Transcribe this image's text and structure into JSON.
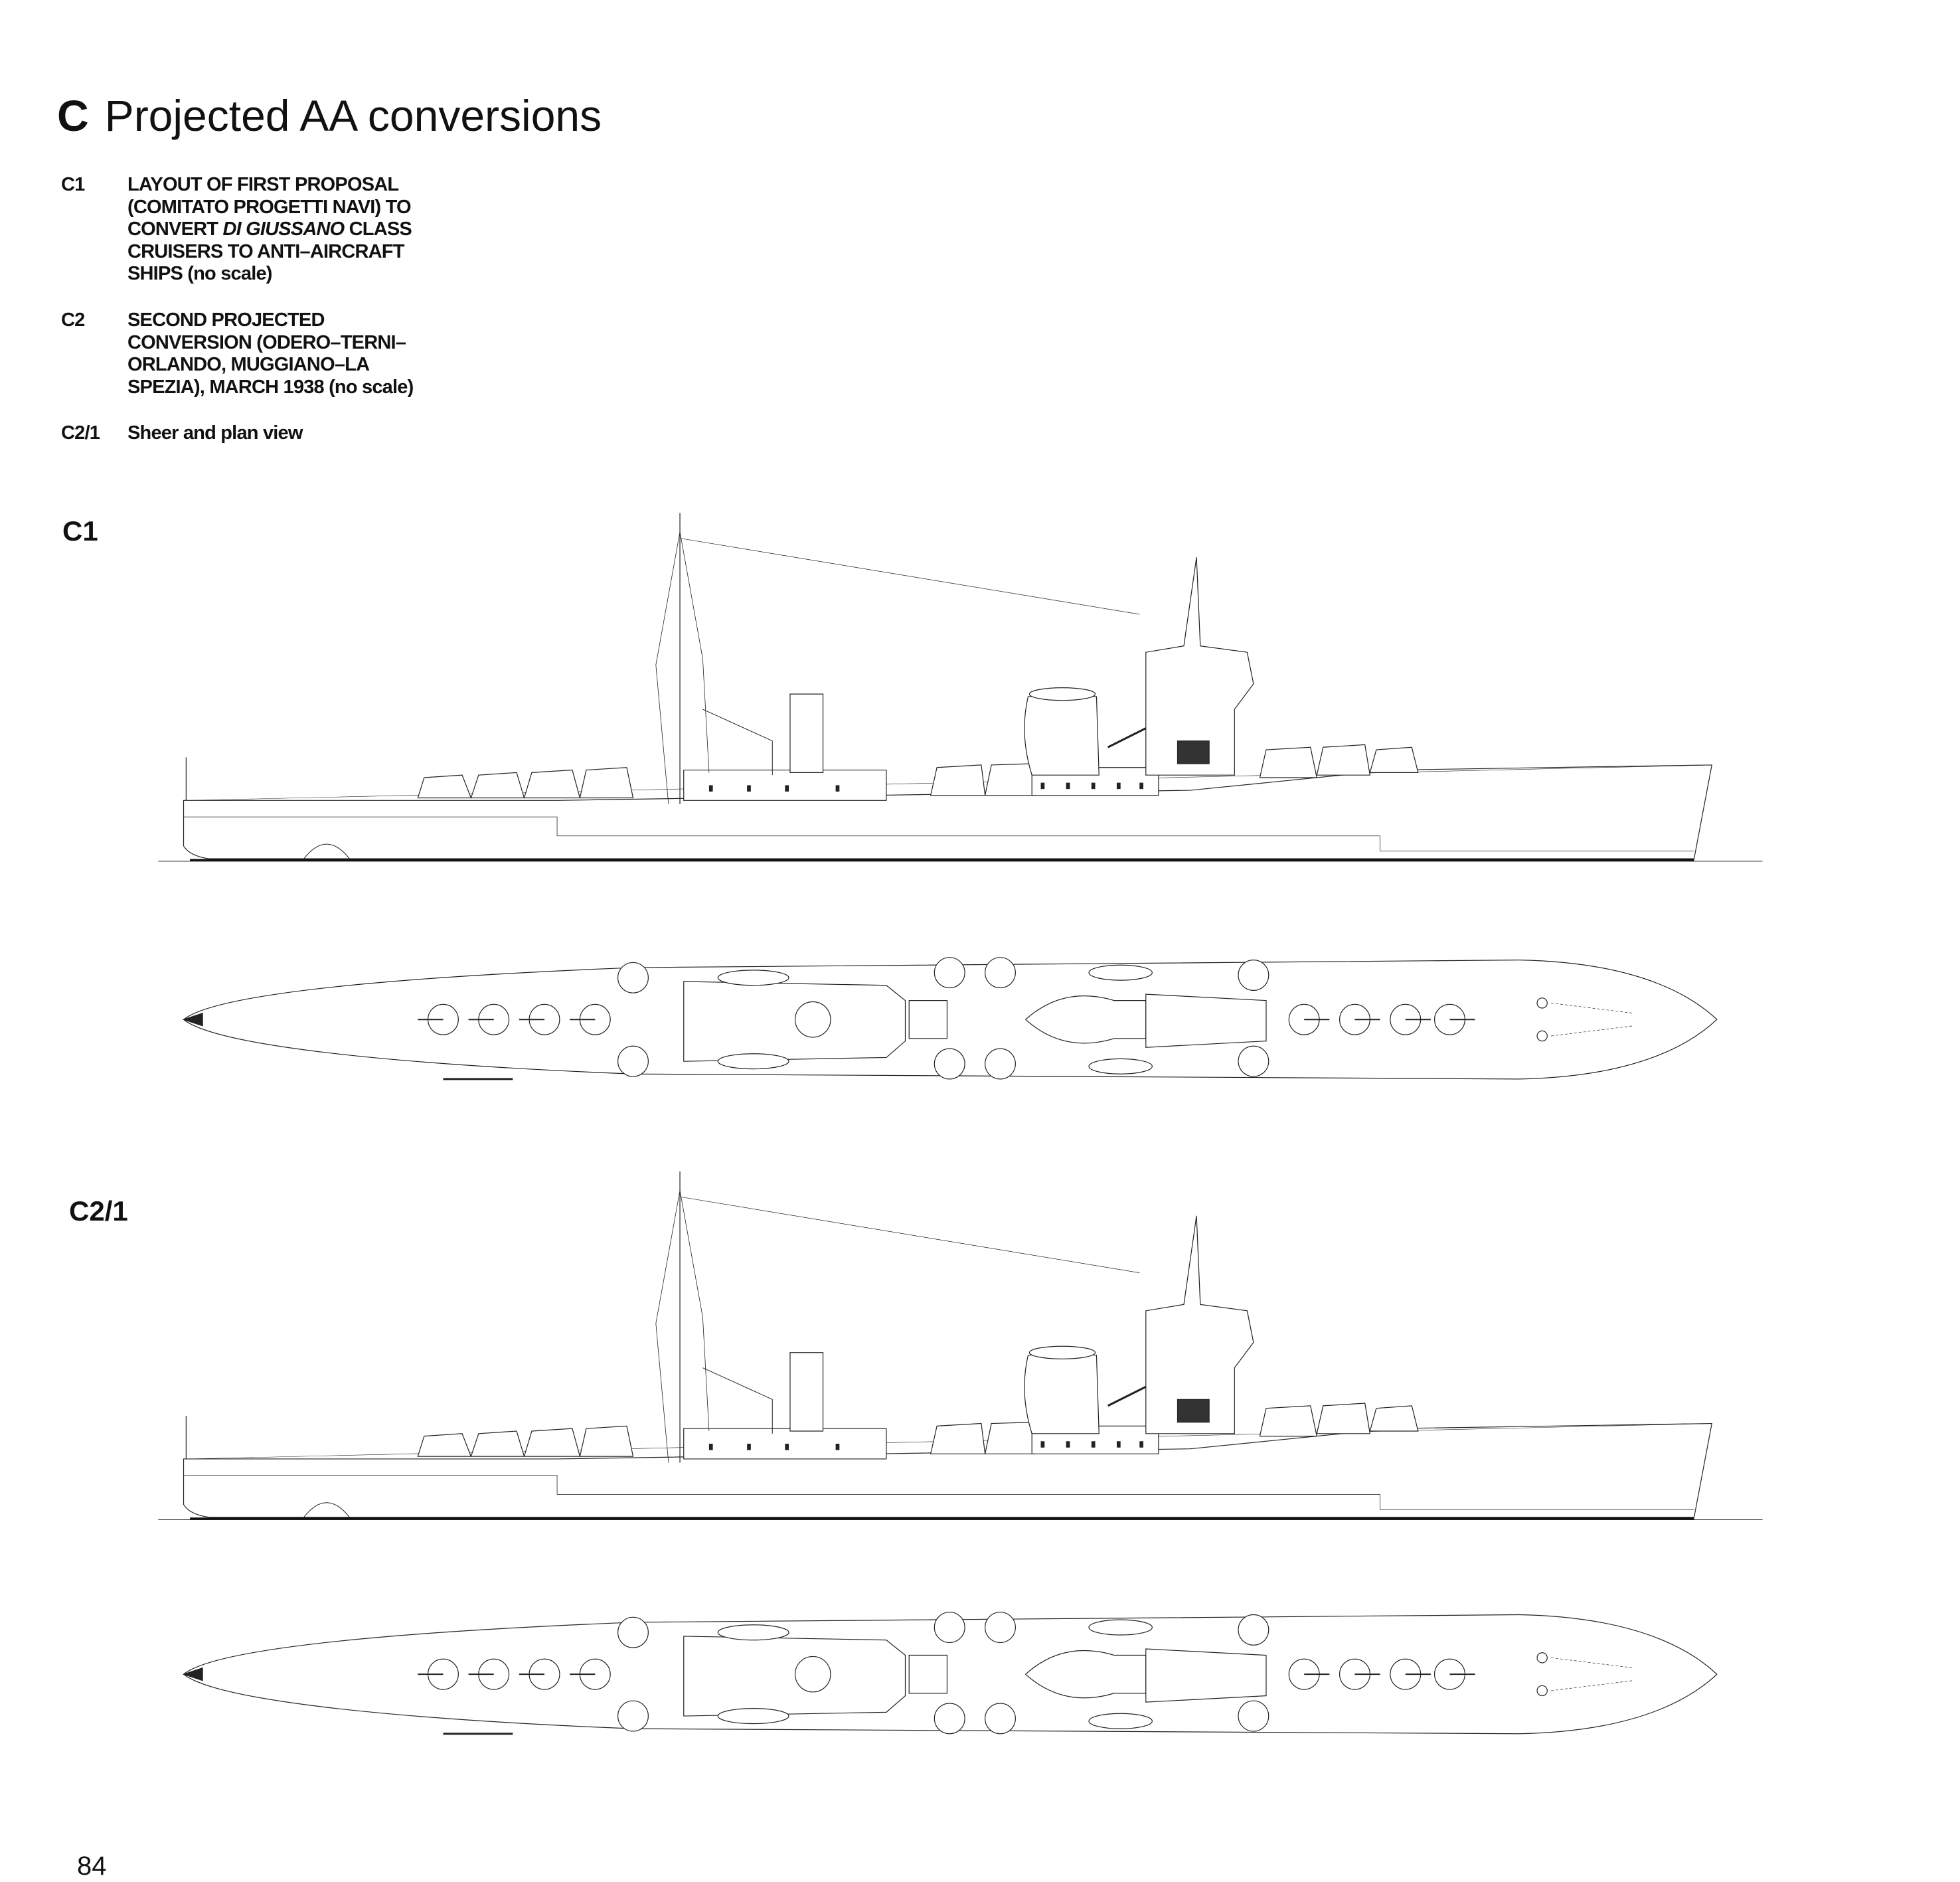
{
  "heading": {
    "letter": "C",
    "title": "Projected AA conversions"
  },
  "captions": [
    {
      "id": "C1",
      "lines": [
        "LAYOUT OF FIRST PROPOSAL",
        "(COMITATO PROGETTI NAVI) TO",
        "CONVERT DI GIUSSANO CLASS",
        "CRUISERS TO ANTI–AIRCRAFT",
        "SHIPS (no scale)"
      ],
      "italic_phrase": "DI GIUSSANO"
    },
    {
      "id": "C2",
      "lines": [
        "SECOND PROJECTED",
        "CONVERSION (ODERO–TERNI–",
        "ORLANDO, MUGGIANO–LA",
        "SPEZIA), MARCH 1938 (no scale)"
      ]
    },
    {
      "id": "C2/1",
      "lines": [
        "Sheer and plan view"
      ]
    }
  ],
  "caption_parts": {
    "convert": "CONVERT ",
    "ship_class": "DI GIUSSANO",
    "class": " CLASS",
    "ships": "SHIPS ",
    "no_scale": "(no scale)"
  },
  "figures": [
    {
      "label": "C1",
      "views": [
        "sheer",
        "plan"
      ]
    },
    {
      "label": "C2/1",
      "views": [
        "sheer",
        "plan"
      ]
    }
  ],
  "page_number": "84"
}
